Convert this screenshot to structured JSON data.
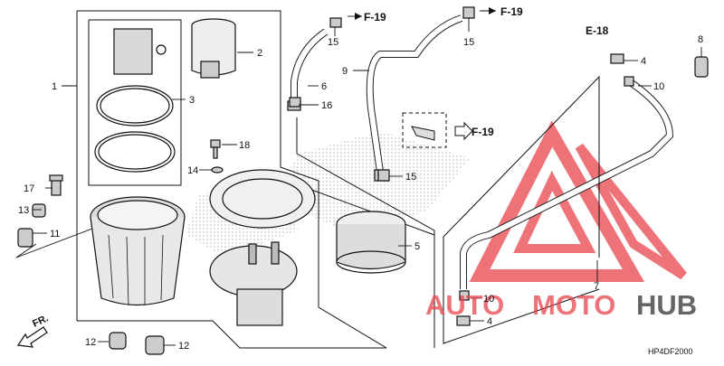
{
  "diagram_code": "HP4DF2000",
  "front_indicator": "FR.",
  "references": {
    "f19": "F-19",
    "e18": "E-18"
  },
  "watermark": {
    "part1": "AUTO",
    "part2": "MOTO",
    "part3": "HUB"
  },
  "callouts": {
    "c1": "1",
    "c2": "2",
    "c3": "3",
    "c4a": "4",
    "c4b": "4",
    "c5": "5",
    "c6": "6",
    "c7": "7",
    "c8": "8",
    "c9": "9",
    "c10a": "10",
    "c10b": "10",
    "c11": "11",
    "c12a": "12",
    "c12b": "12",
    "c13": "13",
    "c14": "14",
    "c15a": "15",
    "c15b": "15",
    "c15c": "15",
    "c16": "16",
    "c17": "17",
    "c18": "18"
  },
  "colors": {
    "line": "#111111",
    "watermark_red": "#e8454c",
    "watermark_gray": "#555555"
  }
}
